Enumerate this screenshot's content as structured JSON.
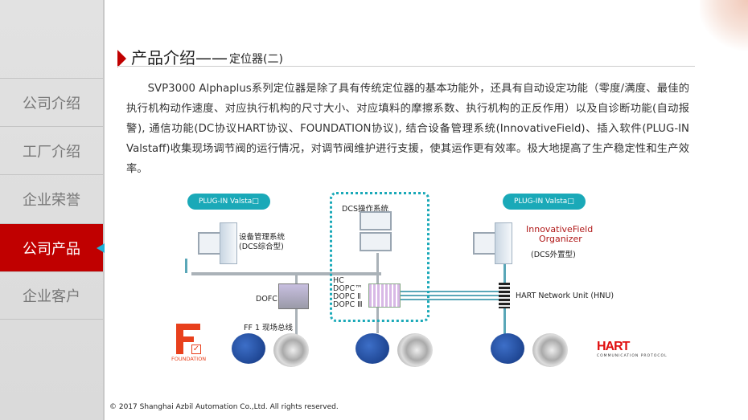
{
  "sidebar": {
    "items": [
      {
        "label": "公司介绍"
      },
      {
        "label": "工厂介绍"
      },
      {
        "label": "企业荣誉"
      },
      {
        "label": "公司产品",
        "active": true
      },
      {
        "label": "企业客户"
      }
    ]
  },
  "header": {
    "title": "产品介绍——",
    "subtitle": "定位器(二)"
  },
  "body": {
    "paragraph": "SVP3000 Alphaplus系列定位器是除了具有传统定位器的基本功能外，还具有自动设定功能（零度/满度、最佳的执行机构动作速度、对应执行机构的尺寸大小、对应填料的摩擦系数、执行机构的正反作用）以及自诊断功能(自动报警), 通信功能(DC协议HART协议、FOUNDATION协议), 结合设备管理系统(InnovativeField)、插入软件(PLUG-IN Valstaff)收集现场调节阀的运行情况，对调节阀维护进行支援，使其运作更有效率。极大地提高了生产稳定性和生产效率。"
  },
  "diagram": {
    "bubble_left": "PLUG-IN Valsta□",
    "bubble_right": "PLUG-IN Valsta□",
    "left_system": "设备管理系统",
    "left_system_type": "(DCS综合型)",
    "dcs": "DCS操作系统",
    "ifo_line1": "InnovativeField",
    "ifo_line2": "Organizer",
    "right_system_type": "(DCS外置型)",
    "dofc": "DOFC",
    "controllers": [
      "HC",
      "DOPC™",
      "DOPC Ⅱ",
      "DOPC Ⅲ"
    ],
    "hnu": "HART Network Unit (HNU)",
    "ff": "FF 1 现场总线",
    "foundation_logo": "FOUNDATION",
    "hart_logo": "HART",
    "hart_sub": "COMMUNICATION PROTOCOL",
    "colors": {
      "accent": "#c00000",
      "teal": "#1aa9b8",
      "pointer": "#1fb3d9"
    }
  },
  "footer": "© 2017 Shanghai  Azbil Automation Co.,Ltd.  All rights reserved."
}
